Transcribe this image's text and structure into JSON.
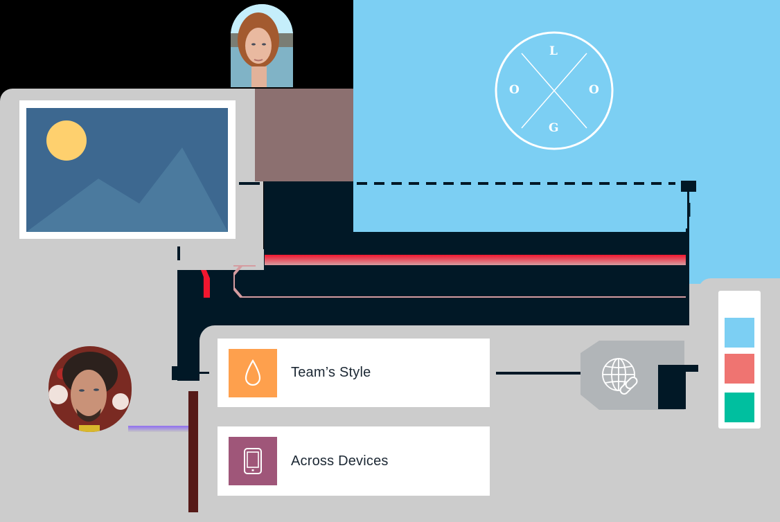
{
  "diagram": {
    "title": "",
    "colors": {
      "background": "#000000",
      "gray_base": "#cccccc",
      "connector_dark": "#011826",
      "sky_blue": "#7ccff3",
      "picture_bg": "#3d6890",
      "mountain": "#4b7a9e",
      "sun": "#fed06e",
      "brown_strip": "#8c7070",
      "maroon_strip": "#561a18",
      "globe_node": "#b1b5b8"
    },
    "picture_placeholder": {
      "icon": "image-landscape-icon"
    },
    "avatars": [
      {
        "name": "avatar-woman",
        "description": "woman with auburn bob haircut"
      },
      {
        "name": "avatar-man",
        "description": "man with dark wavy hair and beard"
      }
    ],
    "logo": {
      "letters": {
        "top": "L",
        "left": "O",
        "right": "O",
        "bottom": "G"
      }
    },
    "features": [
      {
        "label": "Team’s Style",
        "icon": "droplet-icon",
        "icon_bg": "#fea04d"
      },
      {
        "label": "Across Devices",
        "icon": "tablet-icon",
        "icon_bg": "#9f5679"
      }
    ],
    "globe": {
      "icon": "globe-link-icon"
    },
    "swatches": [
      {
        "name": "swatch-blue",
        "color": "#7ccff3"
      },
      {
        "name": "swatch-red",
        "color": "#ef7471"
      },
      {
        "name": "swatch-green",
        "color": "#00bf9f"
      }
    ]
  }
}
